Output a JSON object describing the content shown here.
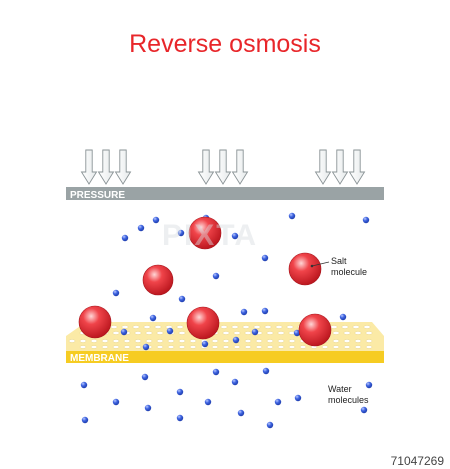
{
  "title": "Reverse osmosis",
  "pressure_label": "PRESSURE",
  "membrane_label": "MEMBRANE",
  "salt_label_line1": "Salt",
  "salt_label_line2": "molecule",
  "water_label_line1": "Water",
  "water_label_line2": "molecules",
  "watermark": "PIXTA",
  "stock_id": "71047269",
  "colors": {
    "title": "#e8262a",
    "pressure_bar": "#9aa3a5",
    "membrane_band": "#f6cc22",
    "membrane_body": "#fbeaa6",
    "membrane_pore": "#ffffff",
    "salt": "#e3262d",
    "water": "#2f54d6",
    "arrow_stroke": "#8a9396"
  },
  "icons": {
    "arrow": "down-arrow-icon",
    "salt": "salt-molecule-icon",
    "water": "water-molecule-icon"
  }
}
